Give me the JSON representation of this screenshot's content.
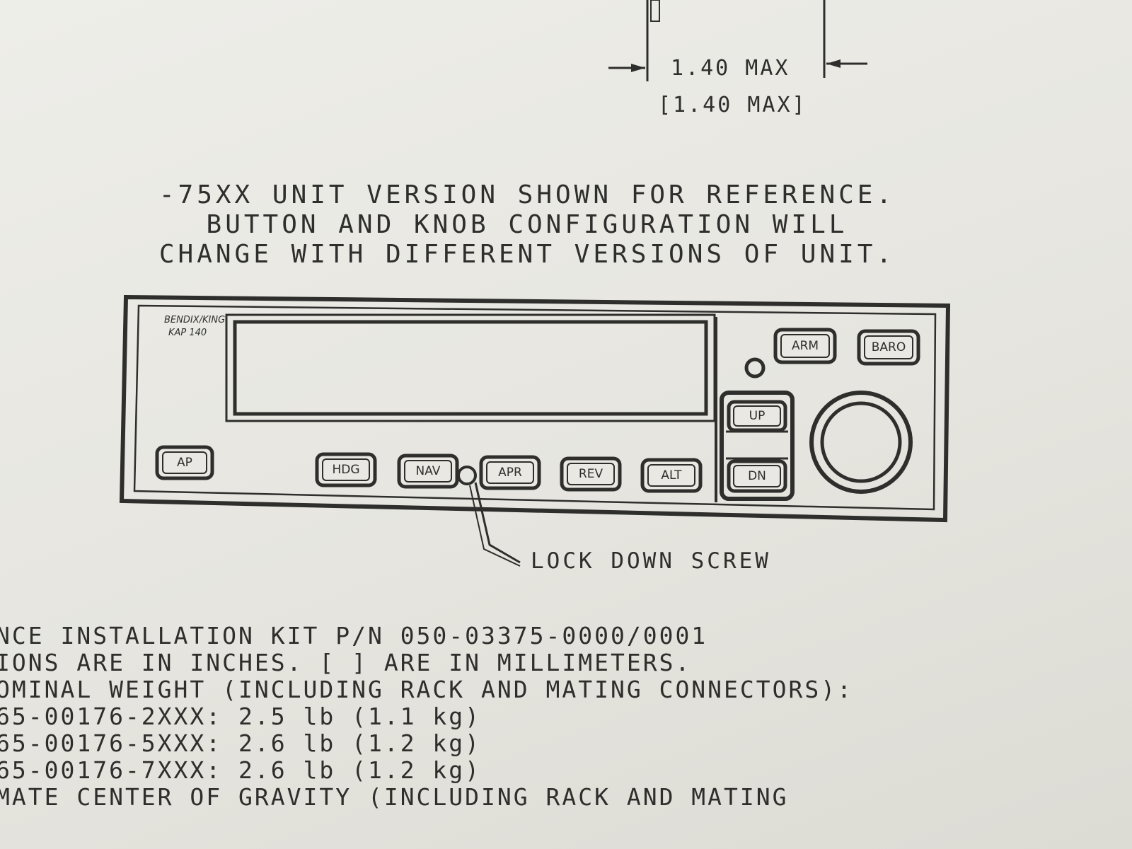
{
  "dimension": {
    "primary": "1.40 MAX",
    "secondary": "[1.40 MAX]"
  },
  "note": {
    "line1": "-75XX UNIT VERSION SHOWN FOR REFERENCE.",
    "line2": "BUTTON AND KNOB CONFIGURATION WILL",
    "line3": "CHANGE WITH DIFFERENT VERSIONS OF UNIT."
  },
  "unit": {
    "brand": "BENDIX/KING",
    "model": "KAP 140",
    "buttons": {
      "ap": "AP",
      "hdg": "HDG",
      "nav": "NAV",
      "apr": "APR",
      "rev": "REV",
      "alt": "ALT",
      "arm": "ARM",
      "baro": "BARO",
      "up": "UP",
      "dn": "DN"
    }
  },
  "callout": {
    "lock_down_screw": "LOCK DOWN SCREW"
  },
  "notes": {
    "kit": "NCE INSTALLATION KIT P/N 050-03375-0000/0001",
    "units": "IONS ARE IN INCHES. [  ] ARE IN MILLIMETERS.",
    "weight_heading": "OMINAL WEIGHT (INCLUDING RACK AND MATING CONNECTORS):",
    "weights": [
      "65-00176-2XXX: 2.5 lb  (1.1 kg)",
      "65-00176-5XXX: 2.6 lb  (1.2 kg)",
      "65-00176-7XXX: 2.6 lb  (1.2 kg)"
    ],
    "cg": "MATE CENTER OF GRAVITY (INCLUDING RACK AND MATING"
  }
}
